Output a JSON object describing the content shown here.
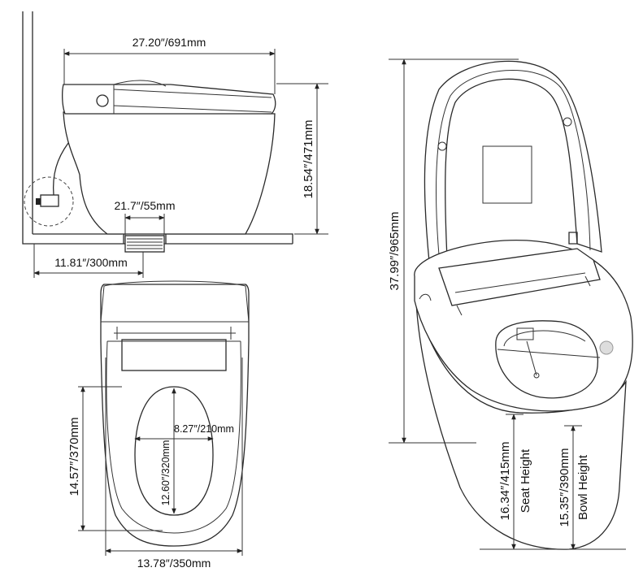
{
  "side_view": {
    "overall_length": "27.20″/691mm",
    "height": "18.54″/471mm",
    "outlet_width": "21.7″/55mm",
    "rough_in": "11.81″/300mm"
  },
  "top_view": {
    "opening_length": "14.57″/370mm",
    "opening_width": "8.27″/210mm",
    "opening_inner_length": "12.60″/320mm",
    "overall_width": "13.78″/350mm"
  },
  "perspective_view": {
    "overall_height": "37.99″/965mm",
    "seat_height_value": "16.34″/415mm",
    "seat_height_label": "Seat Height",
    "bowl_height_value": "15.35″/390mm",
    "bowl_height_label": "Bowl Height"
  }
}
